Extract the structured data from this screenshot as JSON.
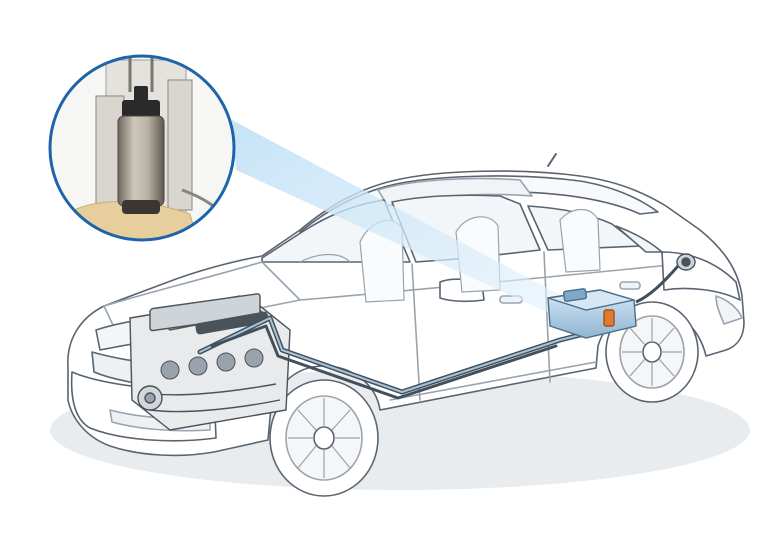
{
  "diagram": {
    "subject": "car-fuel-system-cutaway",
    "colors": {
      "background": "#ffffff",
      "outline": "#5a6470",
      "outline_light": "#9aa3ad",
      "body_fill": "#ffffff",
      "shadow": "#e9ecef",
      "glass": "#f3f6f8",
      "beam_start": "#bfe0f7",
      "beam_end": "#e3f1fb",
      "fuel_line": "#43505c",
      "fuel_line_highlight": "#a8c4d8",
      "tank_fill": "#b9d7ee",
      "tank_dark": "#7fa8c8",
      "pump_fill": "#b8b1a6",
      "pump_dark": "#6e665c",
      "pump_cap": "#2a2a2a",
      "inset_ring": "#1f63a8",
      "inset_bg": "#f6f6f4",
      "fuel_tan": "#e6cf9c",
      "filter_orange": "#e07a2e",
      "engine_fill": "#e8eaec",
      "engine_dark": "#4a525a"
    },
    "components": {
      "inset": "fuel-pump-detail",
      "pump": "electric-fuel-pump",
      "tank": "fuel-tank",
      "line": "fuel-line",
      "engine": "engine-block",
      "fuel_cap": "fuel-filler-cap"
    }
  }
}
